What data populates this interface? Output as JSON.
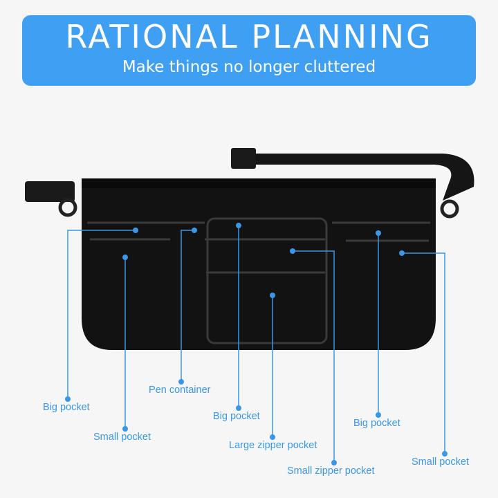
{
  "banner": {
    "title": "RATIONAL PLANNING",
    "subtitle": "Make things no longer cluttered"
  },
  "callouts": [
    {
      "label": "Big pocket"
    },
    {
      "label": "Small pocket"
    },
    {
      "label": "Pen container"
    },
    {
      "label": "Big pocket"
    },
    {
      "label": "Large zipper pocket"
    },
    {
      "label": "Small zipper pocket"
    },
    {
      "label": "Big pocket"
    },
    {
      "label": "Small pocket"
    }
  ],
  "colors": {
    "accent": "#3f9ff2",
    "callout": "#3a96e6",
    "apron": "#111111"
  }
}
